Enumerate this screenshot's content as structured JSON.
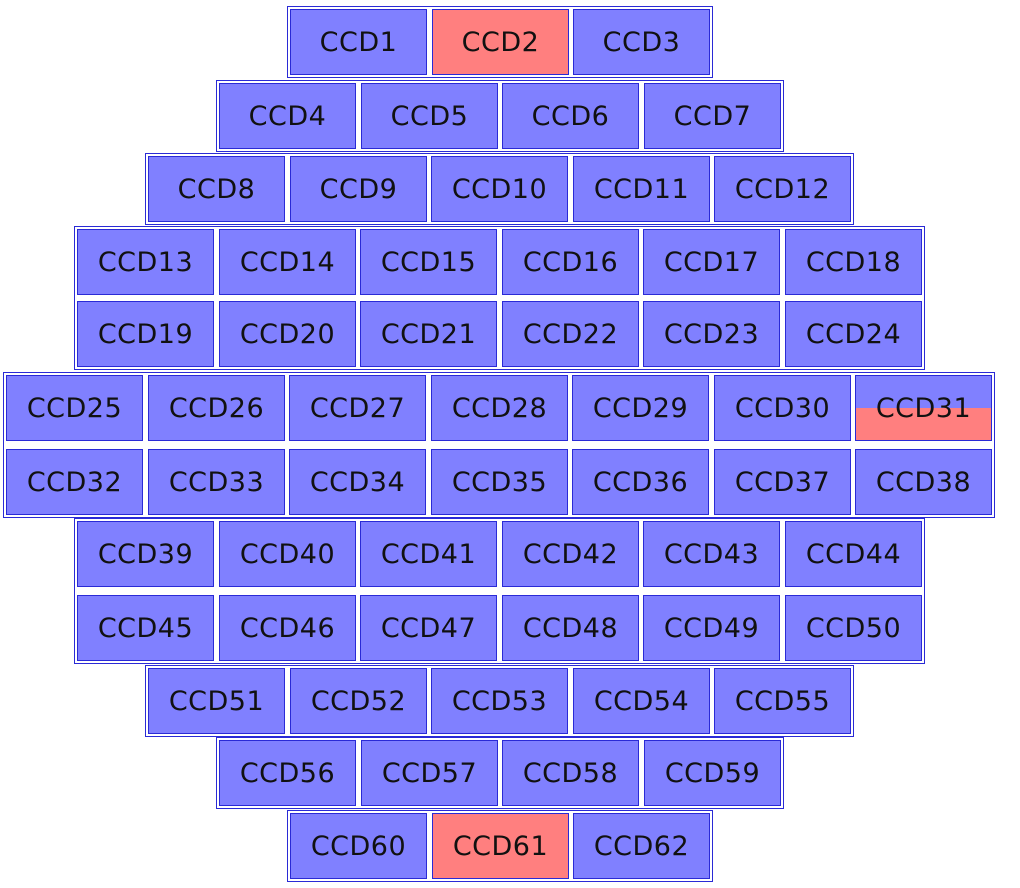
{
  "colors": {
    "normal": "#8080ff",
    "highlighted": "#ff7f7f",
    "border": "#2a2ad6"
  },
  "rows": [
    [
      "CCD1",
      "CCD2",
      "CCD3"
    ],
    [
      "CCD4",
      "CCD5",
      "CCD6",
      "CCD7"
    ],
    [
      "CCD8",
      "CCD9",
      "CCD10",
      "CCD11",
      "CCD12"
    ],
    [
      "CCD13",
      "CCD14",
      "CCD15",
      "CCD16",
      "CCD17",
      "CCD18"
    ],
    [
      "CCD19",
      "CCD20",
      "CCD21",
      "CCD22",
      "CCD23",
      "CCD24"
    ],
    [
      "CCD25",
      "CCD26",
      "CCD27",
      "CCD28",
      "CCD29",
      "CCD30",
      "CCD31"
    ],
    [
      "CCD32",
      "CCD33",
      "CCD34",
      "CCD35",
      "CCD36",
      "CCD37",
      "CCD38"
    ],
    [
      "CCD39",
      "CCD40",
      "CCD41",
      "CCD42",
      "CCD43",
      "CCD44"
    ],
    [
      "CCD45",
      "CCD46",
      "CCD47",
      "CCD48",
      "CCD49",
      "CCD50"
    ],
    [
      "CCD51",
      "CCD52",
      "CCD53",
      "CCD54",
      "CCD55"
    ],
    [
      "CCD56",
      "CCD57",
      "CCD58",
      "CCD59"
    ],
    [
      "CCD60",
      "CCD61",
      "CCD62"
    ]
  ],
  "highlighted": [
    "CCD2",
    "CCD61"
  ],
  "partially_highlighted": [
    {
      "name": "CCD31",
      "fraction": 0.5,
      "from": "bottom"
    }
  ]
}
